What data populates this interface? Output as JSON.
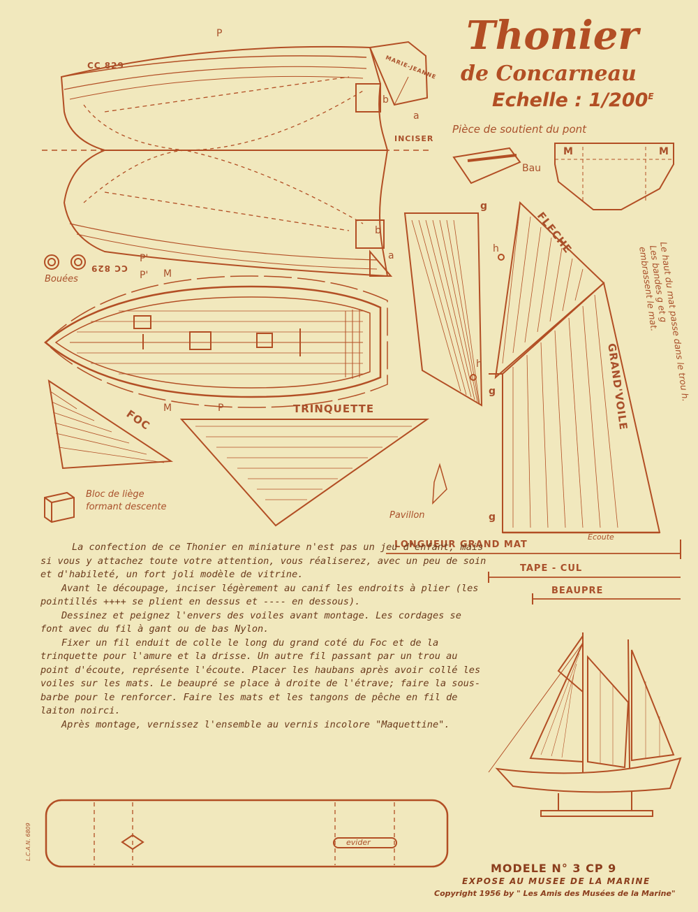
{
  "title": "Thonier",
  "subtitle": "de Concarneau",
  "scale": "Echelle : 1/200",
  "scale_sup": "E",
  "support_label": "Pièce de soutient du pont",
  "bau_label": "Bau",
  "inciser_label": "INCISER",
  "hull_numbers": [
    "CC 829",
    "CC 829"
  ],
  "stern_name": "MARIE-JEANNE",
  "piece_letters": {
    "a": "a",
    "b": "b",
    "p": "P",
    "pp": "P'",
    "m": "M",
    "g": "g",
    "h": "h"
  },
  "bouees_label": "Bouées",
  "sails": {
    "fleche": "FLECHE",
    "grand_voile": "GRAND'VOILE",
    "foc": "FOC",
    "trinquette": "TRINQUETTE"
  },
  "mast_note": "Le haut du mat passe dans le trou h. Les bandes g et g embrassent le mat.",
  "mast_note_lines": [
    "Le haut du mat passe dans le trou h.",
    "Les bandes g et g",
    "embrassent le mat."
  ],
  "bloc_label_1": "Bloc de liège",
  "bloc_label_2": "formant descente",
  "pavillon_label": "Pavillon",
  "ecoute_label": "Ecoute",
  "measures": [
    "LONGUEUR  GRAND MAT",
    "TAPE - CUL",
    "BEAUPRE"
  ],
  "paragraphs": [
    "La confection de ce Thonier en miniature n'est pas un jeu d'enfant, mais si vous y attachez toute votre attention, vous réaliserez, avec un peu de soin et d'habileté, un fort joli modèle de vitrine.",
    "Avant le découpage, inciser légèrement au canif les endroits à plier (les pointillés ++++ se plient en dessus et ---- en dessous).",
    "Dessinez et peignez l'envers des voiles avant montage. Les cordages se font avec du fil à gant ou de bas Nylon.",
    "Fixer un fil enduit de colle le long du grand coté du Foc et de la trinquette pour l'amure et la drisse. Un autre fil passant par un trou au point d'écoute, représente l'écoute. Placer les haubans après avoir collé les voiles sur les mats. Le beaupré se place à droite de l'étrave; faire la sous-barbe pour le renforcer. Faire les mats et les tangons de pêche en fil de laiton noirci.",
    "Après montage, vernissez l'ensemble au vernis incolore \"Maquettine\"."
  ],
  "evider_label": "evider",
  "side_code": "L.C.A.N. 6809",
  "modele": "MODELE N° 3 CP 9",
  "expose": "EXPOSE AU MUSEE DE LA MARINE",
  "copyright": "Copyright 1956 by \" Les Amis des Musées de la Marine\"",
  "colors": {
    "ink": "#b24e24",
    "paper": "#f1e8bd",
    "text": "#6a3a1c"
  }
}
